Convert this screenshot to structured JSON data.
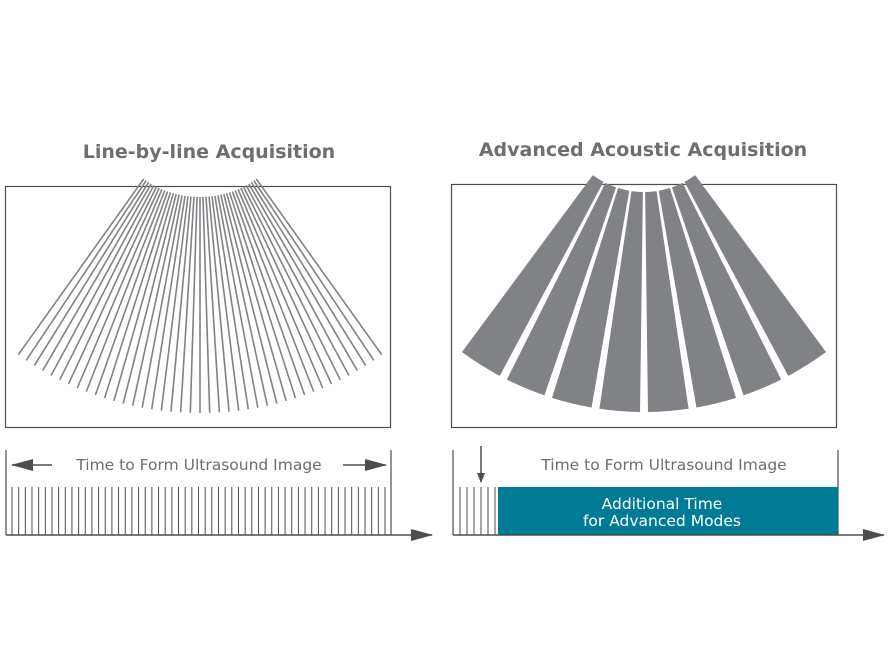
{
  "left_panel": {
    "title": "Line-by-line Acquisition",
    "timeline_label": "Time to Form Ultrasound Image",
    "beam_lines": 41,
    "pulse_ticks": 57
  },
  "right_panel": {
    "title": "Advanced Acoustic Acquisition",
    "timeline_label": "Time to Form Ultrasound Image",
    "wedges": 8,
    "pulse_ticks": 6,
    "extra_block_line1": "Additional Time",
    "extra_block_line2": "for Advanced Modes"
  },
  "colors": {
    "gray": "#808285",
    "dark": "#4d4d4f",
    "teal": "#007b96"
  }
}
